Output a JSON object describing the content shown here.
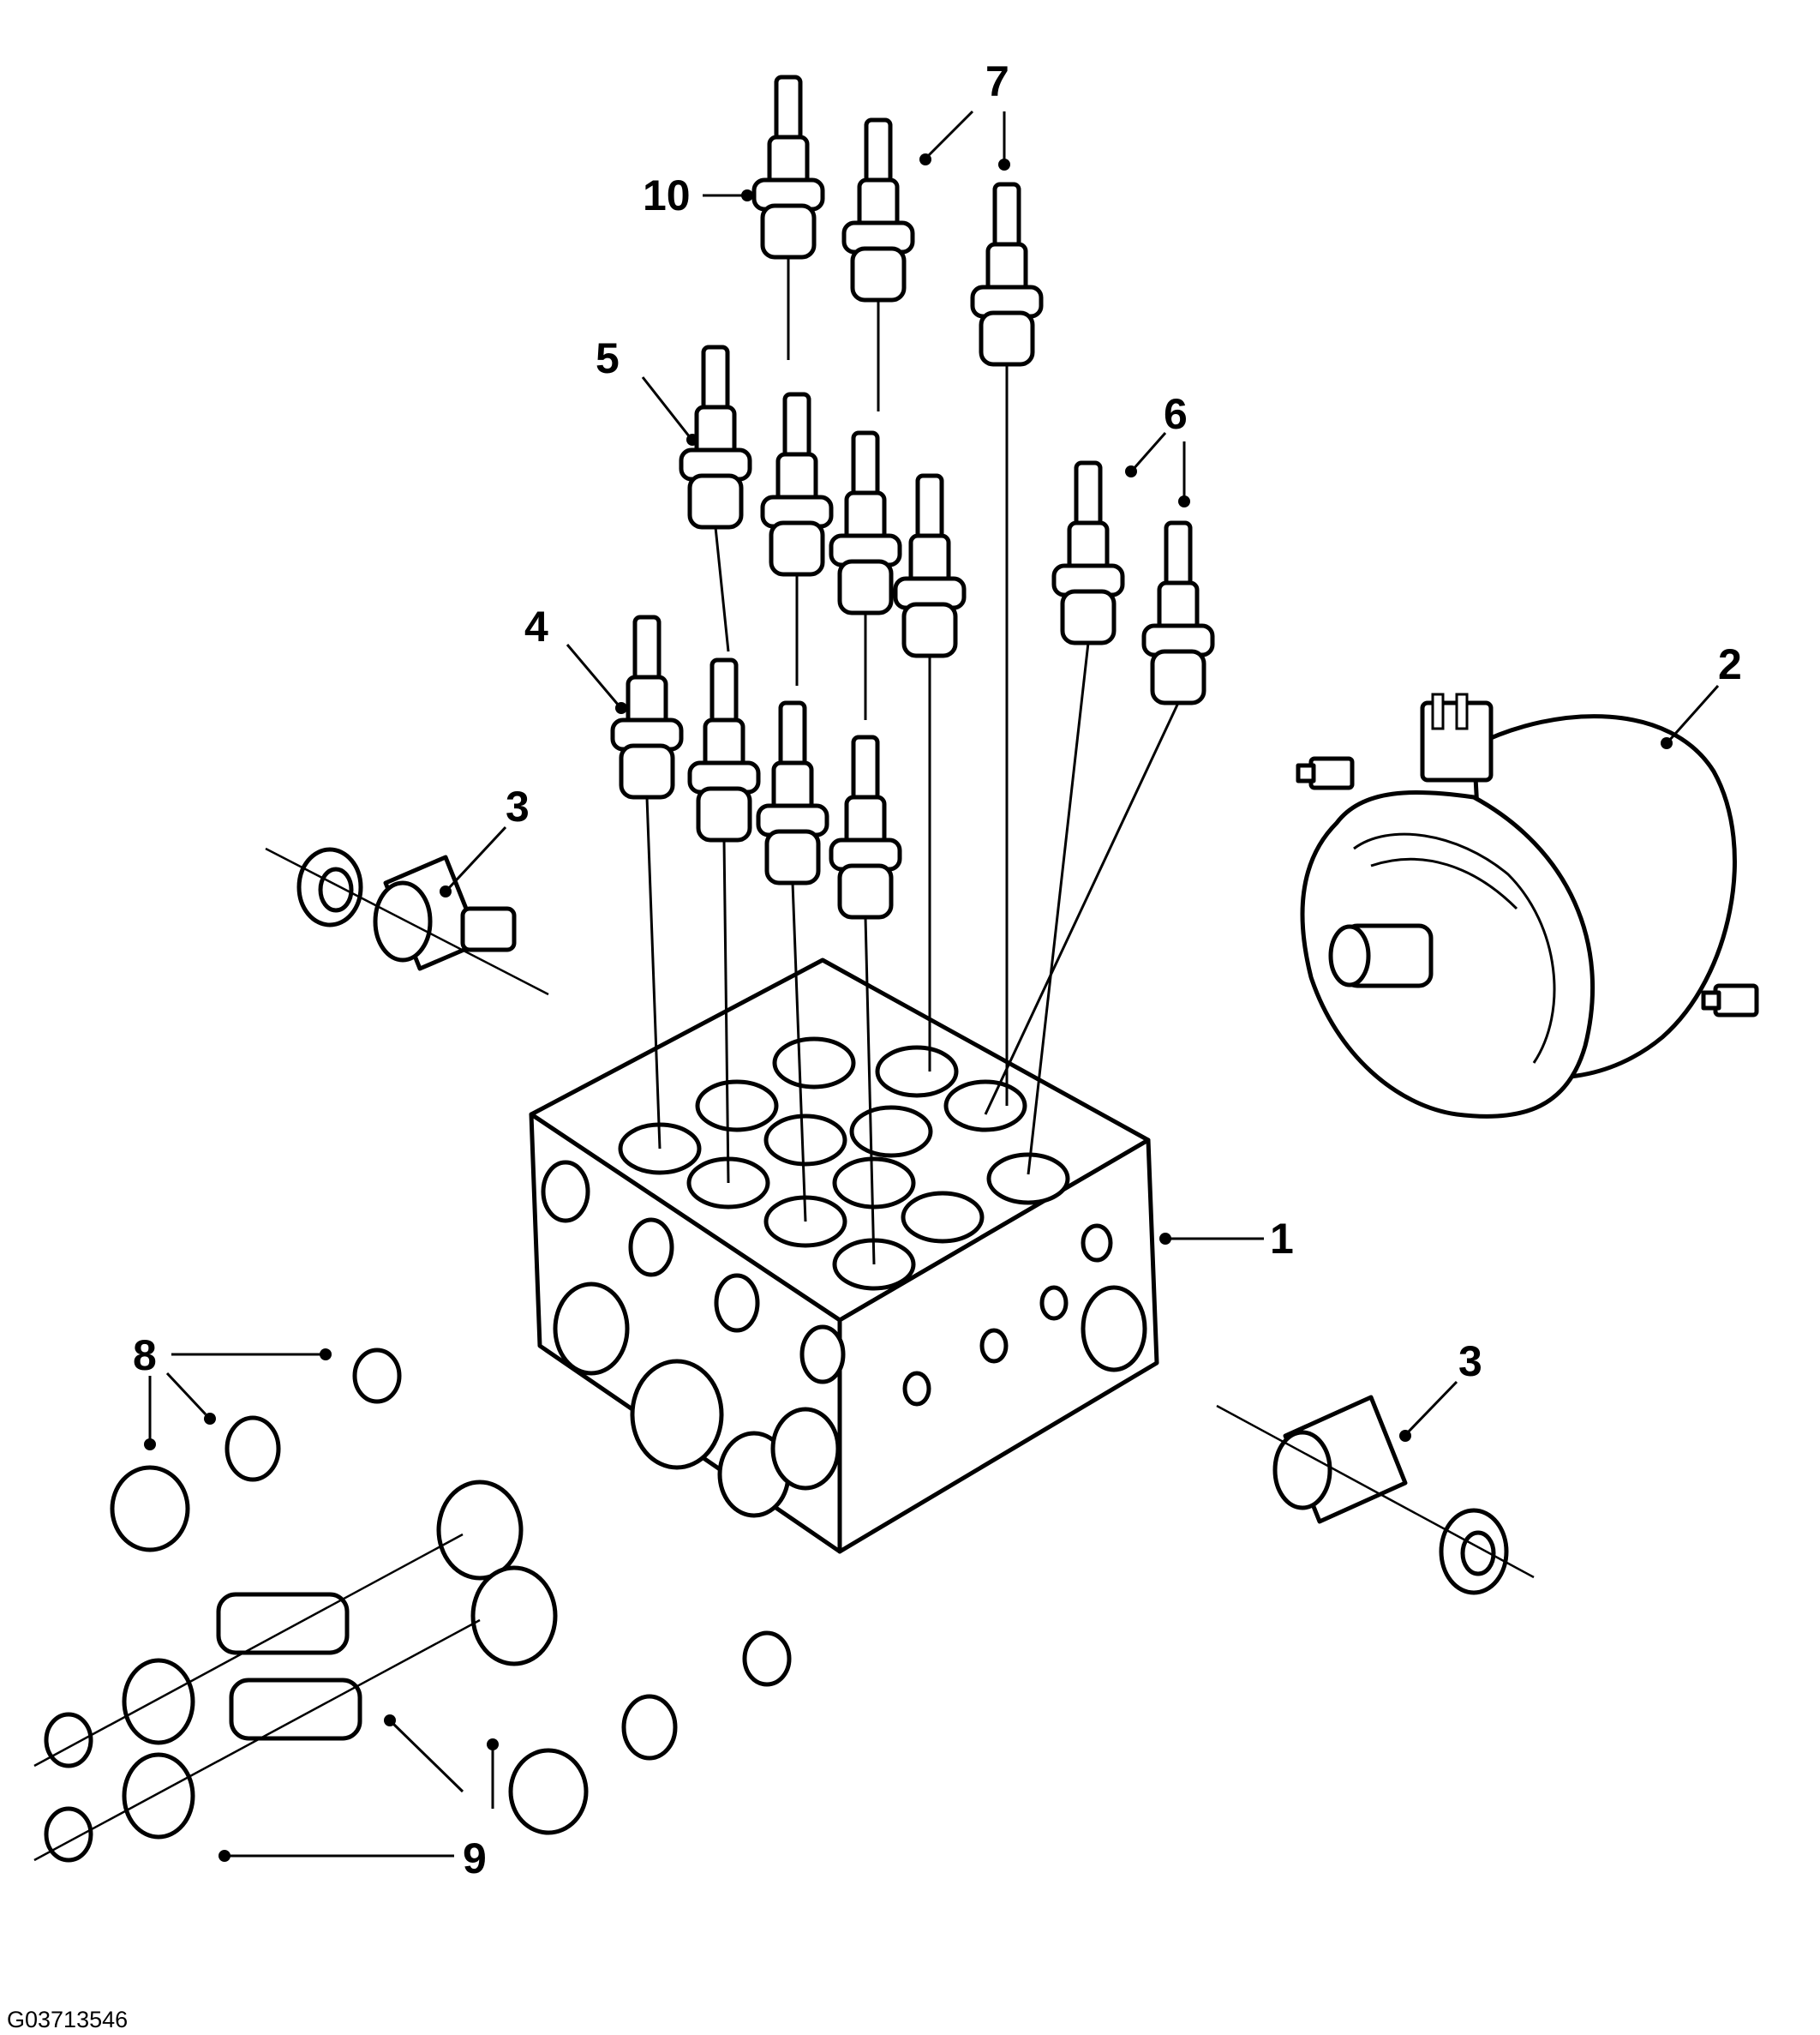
{
  "diagram": {
    "figure_id": "G03713546",
    "callouts": [
      "1",
      "2",
      "3",
      "3",
      "4",
      "5",
      "6",
      "7",
      "8",
      "9",
      "10"
    ]
  }
}
